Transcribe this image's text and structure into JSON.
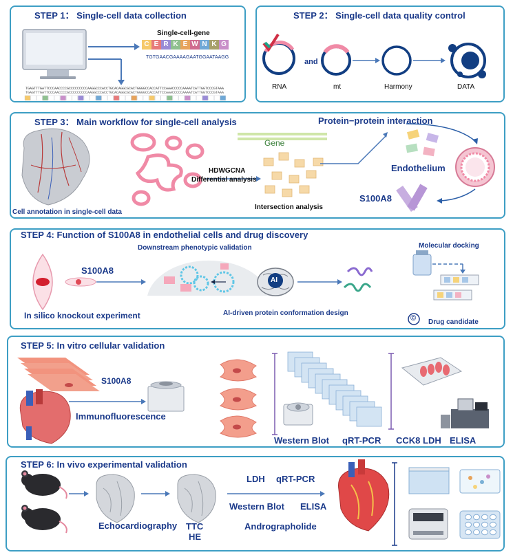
{
  "step1": {
    "title": "STEP 1： Single-cell data collection",
    "gene_label": "Single-cell-gene",
    "gene_letters": [
      "C",
      "E",
      "R",
      "K",
      "E",
      "W",
      "N",
      "K",
      "G"
    ],
    "gene_sequence": "TGTGAACGAAAAGAATGGAATAAGG",
    "long_sequence": "TGAGTTTGATTCCCAACCCCGCCCCCCCCCAAGGCCCACCTGCACAGGCGCACTGGGGCCACCATTCCAAACCCCCAAAATCATTGGTCCCGTAAA"
  },
  "step2": {
    "title": "STEP 2： Single-cell data quality control",
    "and_label": "and",
    "rna_label": "RNA",
    "mt_label": "mt",
    "harmony_label": "Harmony",
    "data_label": "DATA"
  },
  "step3": {
    "title": "STEP 3： Main workflow for single-cell analysis",
    "ppi_label": "Protein−protein interaction",
    "gene_label": "Gene",
    "hdwgcna_label": "HDWGCNA",
    "diff_label": "Differential analysis",
    "endothelium_label": "Endothelium",
    "annotation_label": "Cell annotation in single-cell data",
    "intersection_label": "Intersection analysis",
    "s100a8_label": "S100A8"
  },
  "step4": {
    "title": "STEP 4:  Function of S100A8 in endothelial cells and drug discovery",
    "downstream_label": "Downstream phenotypic validation",
    "molecular_label": "Molecular docking",
    "s100a8_label": "S100A8",
    "ai_label": "AI",
    "knockout_label": "In silico knockout experiment",
    "ai_design_label": "AI-driven protein conformation design",
    "drug_label": "Drug candidate",
    "copyright_symbol": "©"
  },
  "step5": {
    "title": "STEP 5:  In vitro cellular validation",
    "s100a8_label": "S100A8",
    "immuno_label": "Immunofluorescence",
    "western_label": "Western Blot",
    "qrtpcr_label": "qRT-PCR",
    "cck8_label": "CCK8 LDH",
    "elisa_label": "ELISA"
  },
  "step6": {
    "title": "STEP 6:  In vivo experimental validation",
    "ldh_label": "LDH",
    "qrtpcr_label": "qRT-PCR",
    "echo_label": "Echocardiography",
    "ttc_label": "TTC",
    "he_label": "HE",
    "western_label": "Western Blot",
    "elisa_label": "ELISA",
    "andro_label": "Andrographolide"
  },
  "colors": {
    "border": "#3d9ec4",
    "title": "#1b3a8a",
    "arrow": "#4a78b8",
    "pink": "#f08aa6",
    "navy": "#123e82",
    "purple": "#7a5bb0"
  }
}
